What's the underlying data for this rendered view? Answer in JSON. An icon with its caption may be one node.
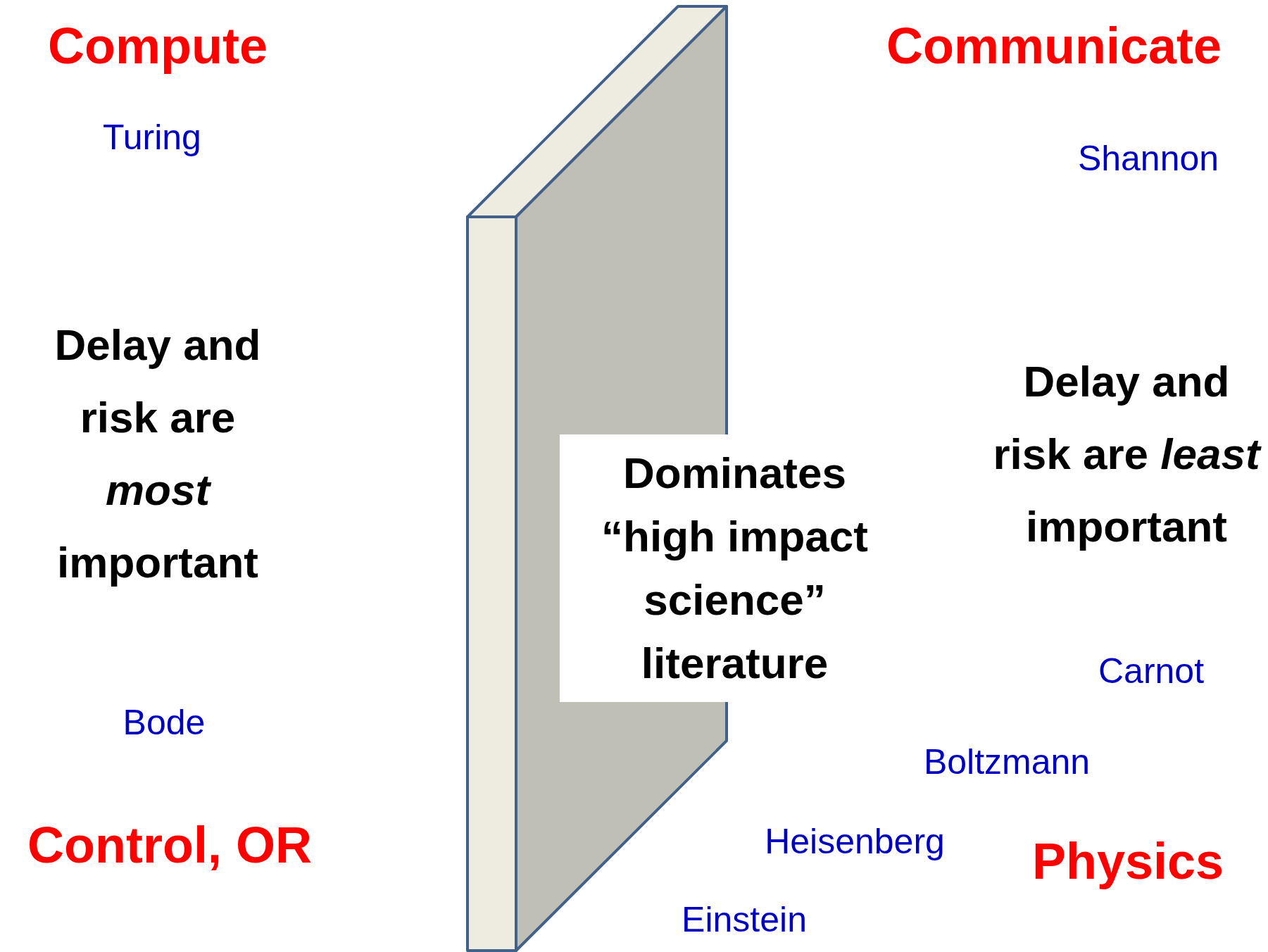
{
  "diagram": {
    "nodes": [
      {
        "text": [
          "Dominates “high impact science” literature"
        ]
      }
    ],
    "labels": [
      "Compute",
      "Communicate",
      "Turing",
      "Shannon",
      "Delay and risk are *most* important",
      "Delay and risk are *least* important",
      "Carnot",
      "Bode",
      "Boltzmann",
      "Control, OR",
      "Heisenberg",
      "Physics",
      "Einstein"
    ]
  }
}
